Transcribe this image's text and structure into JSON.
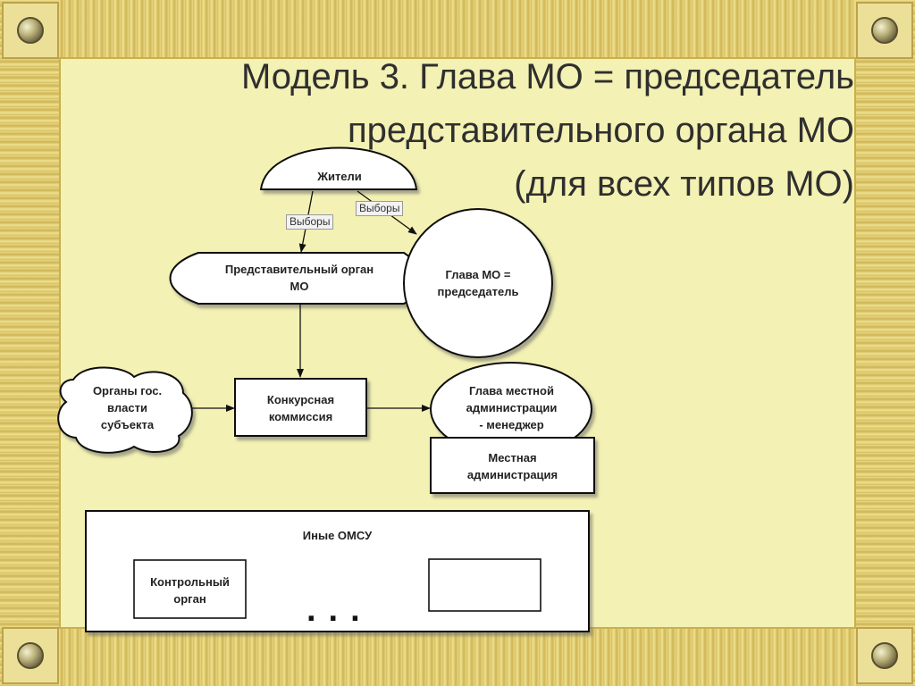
{
  "title": {
    "line1": "Модель 3. Глава МО = председатель",
    "line2": "представительного органа МО",
    "line3": "(для всех типов МО)"
  },
  "diagram": {
    "residents": "Жители",
    "election_left": "Выборы",
    "election_right": "Выборы",
    "rep_body_line1": "Представительный орган",
    "rep_body_line2": "МО",
    "head_line1": "Глава МО =",
    "head_line2": "председатель",
    "state_line1": "Органы гос.",
    "state_line2": "власти",
    "state_line3": "субъекта",
    "commission_line1": "Конкурсная",
    "commission_line2": "коммиссия",
    "admin_head_line1": "Глава местной",
    "admin_head_line2": "администрации",
    "admin_head_line3": "- менеджер",
    "local_admin_line1": "Местная",
    "local_admin_line2": "администрация",
    "other_bodies": "Иные ОМСУ",
    "control_line1": "Контрольный",
    "control_line2": "орган",
    "ellipsis": "..."
  }
}
